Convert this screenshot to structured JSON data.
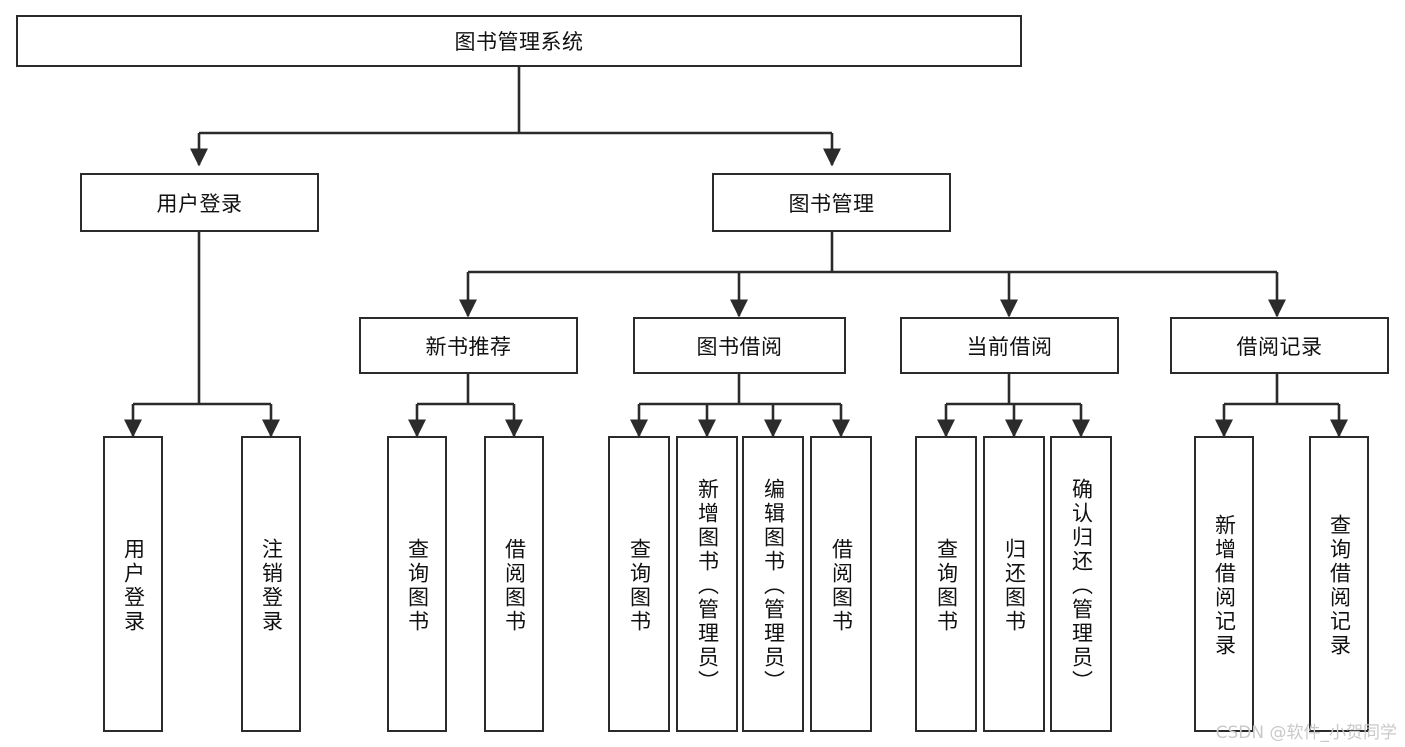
{
  "diagram": {
    "type": "tree-hierarchy",
    "title": "图书管理系统",
    "root": {
      "id": "root",
      "label": "图书管理系统",
      "orientation": "horizontal"
    },
    "level2": [
      {
        "id": "user-login",
        "label": "用户登录",
        "orientation": "horizontal"
      },
      {
        "id": "book-manage",
        "label": "图书管理",
        "orientation": "horizontal"
      }
    ],
    "level3": [
      {
        "id": "new-book-rec",
        "label": "新书推荐",
        "orientation": "horizontal",
        "parent": "book-manage"
      },
      {
        "id": "book-borrow",
        "label": "图书借阅",
        "orientation": "horizontal",
        "parent": "book-manage"
      },
      {
        "id": "current-borrow",
        "label": "当前借阅",
        "orientation": "horizontal",
        "parent": "book-manage"
      },
      {
        "id": "borrow-record",
        "label": "借阅记录",
        "orientation": "horizontal",
        "parent": "book-manage"
      }
    ],
    "leaves": [
      {
        "id": "leaf-user-login",
        "label": "用户登录",
        "orientation": "vertical",
        "parent": "user-login"
      },
      {
        "id": "leaf-logout",
        "label": "注销登录",
        "orientation": "vertical",
        "parent": "user-login"
      },
      {
        "id": "leaf-query-book-1",
        "label": "查询图书",
        "orientation": "vertical",
        "parent": "new-book-rec"
      },
      {
        "id": "leaf-borrow-book-1",
        "label": "借阅图书",
        "orientation": "vertical",
        "parent": "new-book-rec"
      },
      {
        "id": "leaf-query-book-2",
        "label": "查询图书",
        "orientation": "vertical",
        "parent": "book-borrow"
      },
      {
        "id": "leaf-add-book",
        "label": "新增图书（管理员）",
        "orientation": "vertical",
        "parent": "book-borrow"
      },
      {
        "id": "leaf-edit-book",
        "label": "编辑图书（管理员）",
        "orientation": "vertical",
        "parent": "book-borrow"
      },
      {
        "id": "leaf-borrow-book-2",
        "label": "借阅图书",
        "orientation": "vertical",
        "parent": "book-borrow"
      },
      {
        "id": "leaf-query-book-3",
        "label": "查询图书",
        "orientation": "vertical",
        "parent": "current-borrow"
      },
      {
        "id": "leaf-return-book",
        "label": "归还图书",
        "orientation": "vertical",
        "parent": "current-borrow"
      },
      {
        "id": "leaf-confirm-return",
        "label": "确认归还（管理员）",
        "orientation": "vertical",
        "parent": "current-borrow"
      },
      {
        "id": "leaf-add-record",
        "label": "新增借阅记录",
        "orientation": "vertical",
        "parent": "borrow-record"
      },
      {
        "id": "leaf-query-record",
        "label": "查询借阅记录",
        "orientation": "vertical",
        "parent": "borrow-record"
      }
    ]
  },
  "watermark": {
    "text": "CSDN @软件_小贺同学"
  },
  "colors": {
    "background": "#ffffff",
    "box_border": "#2b2b2b",
    "box_fill": "#ffffff",
    "text": "#111111",
    "edge": "#2b2b2b",
    "watermark": "#c9c9c9"
  }
}
